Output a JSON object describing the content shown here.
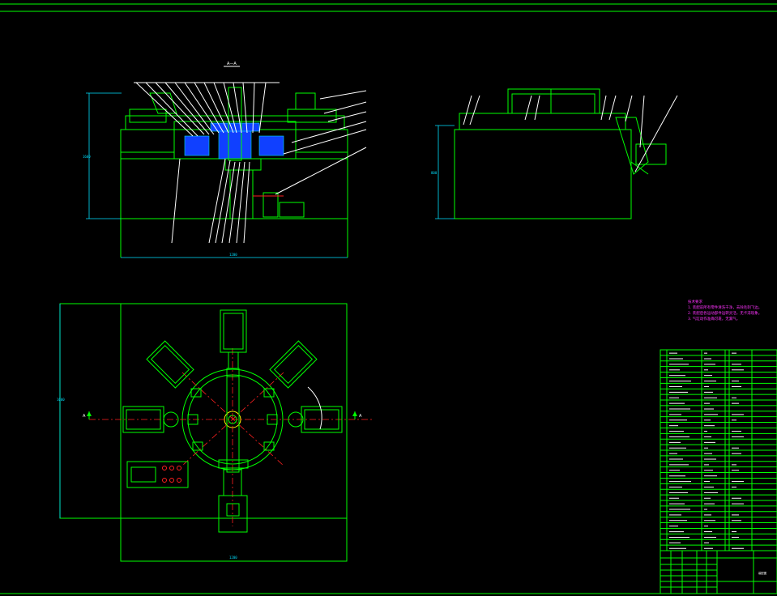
{
  "drawing": {
    "background": "#000000",
    "line_color": "#00ff00",
    "dimension_color": "#00e0ff",
    "section_label_color": "#ffffff",
    "notes_color": "#ff33ff",
    "centerline_color": "#ff2020"
  },
  "front_view": {
    "section_label": "A—A"
  },
  "plan_view": {
    "section_marker_left": "A",
    "section_marker_right": "A"
  },
  "technical_notes": {
    "heading": "技术要求",
    "lines": [
      "1. 装配前所有零件清洗干净，去除毛刺飞边。",
      "2. 装配后各运动部件运转灵活，无卡滞现象。",
      "3. 气缸动作准确可靠，无漏气。"
    ]
  },
  "title_block": {
    "title": "装配图"
  }
}
